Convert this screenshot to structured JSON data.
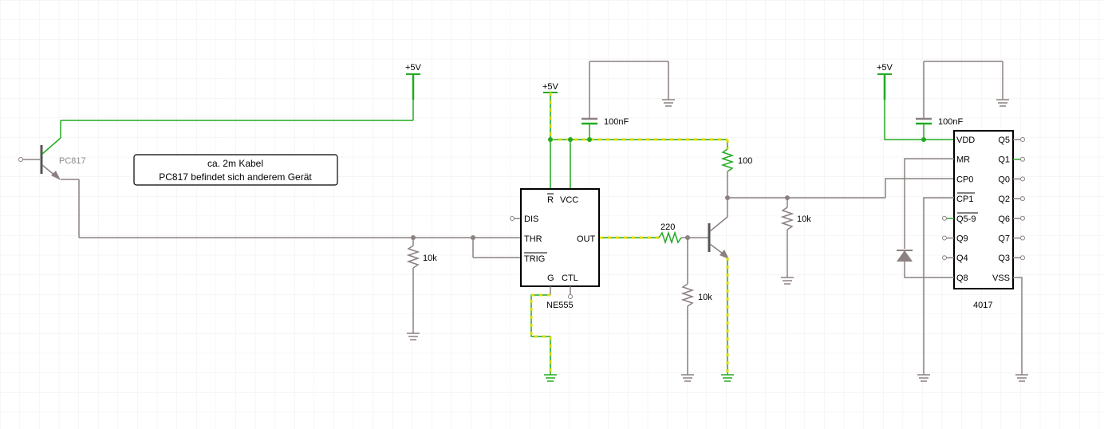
{
  "supply_labels": [
    "+5V",
    "+5V",
    "+5V"
  ],
  "optocoupler": {
    "label": "PC817"
  },
  "note": {
    "line1": "ca. 2m Kabel",
    "line2": "PC817 befindet sich anderem Gerät"
  },
  "ne555": {
    "name": "NE555",
    "pins": {
      "r": "R",
      "vcc": "VCC",
      "dis": "DIS",
      "thr": "THR",
      "trig": "TRIG",
      "out": "OUT",
      "g": "G",
      "ctl": "CTL"
    }
  },
  "ic4017": {
    "name": "4017",
    "left_pins": [
      "VDD",
      "MR",
      "CP0",
      "CP1",
      "Q5-9",
      "Q9",
      "Q4",
      "Q8"
    ],
    "right_pins": [
      "Q5",
      "Q1",
      "Q0",
      "Q2",
      "Q6",
      "Q7",
      "Q3",
      "VSS"
    ]
  },
  "components": {
    "c1": "100nF",
    "c2": "100nF",
    "r_in": "10k",
    "r_base": "220",
    "r_bias": "10k",
    "r_col": "100",
    "r_out": "10k"
  },
  "colors": {
    "wire": "#8c8080",
    "active_wire": "#22aa22",
    "highlight": "#dddd00"
  }
}
